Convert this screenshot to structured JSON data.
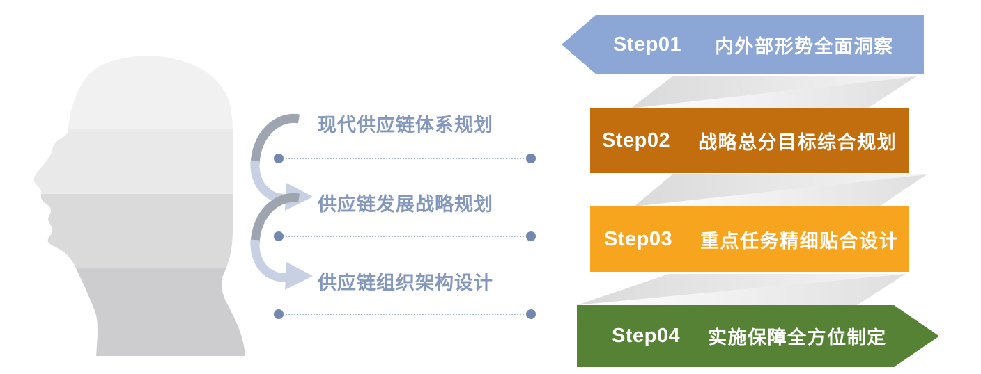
{
  "palette": {
    "middle_text": "#8497BD",
    "connector_dot": "#7488AF",
    "connector_dash": "#AEBAD2",
    "arrow_dark": "#9EA5B0",
    "arrow_light": "#C7D1E3",
    "head_bands": [
      "#F1F1F1",
      "#E9E9EA",
      "#DADADB",
      "#CDCDCF"
    ],
    "fold_gray": "#DADADA"
  },
  "graphics": {
    "head_icon": "head-profile-silhouette",
    "arrow_icon": "curved-swoosh-arrow",
    "connector_icon": "dotted-line-connector",
    "fold_icon": "ribbon-fold"
  },
  "middle": {
    "items": [
      {
        "title": "现代供应链体系规划"
      },
      {
        "title": "供应链发展战略规划"
      },
      {
        "title": "供应链组织架构设计"
      }
    ]
  },
  "steps": [
    {
      "label": "Step01",
      "title": "内外部形势全面洞察",
      "color": "#8CA6D5",
      "shape": "arrow-left"
    },
    {
      "label": "Step02",
      "title": "战略总分目标综合规划",
      "color": "#C26E0F",
      "shape": "rectangle"
    },
    {
      "label": "Step03",
      "title": "重点任务精细贴合设计",
      "color": "#F7A41E",
      "shape": "rectangle"
    },
    {
      "label": "Step04",
      "title": "实施保障全方位制定",
      "color": "#558234",
      "shape": "arrow-right"
    }
  ]
}
